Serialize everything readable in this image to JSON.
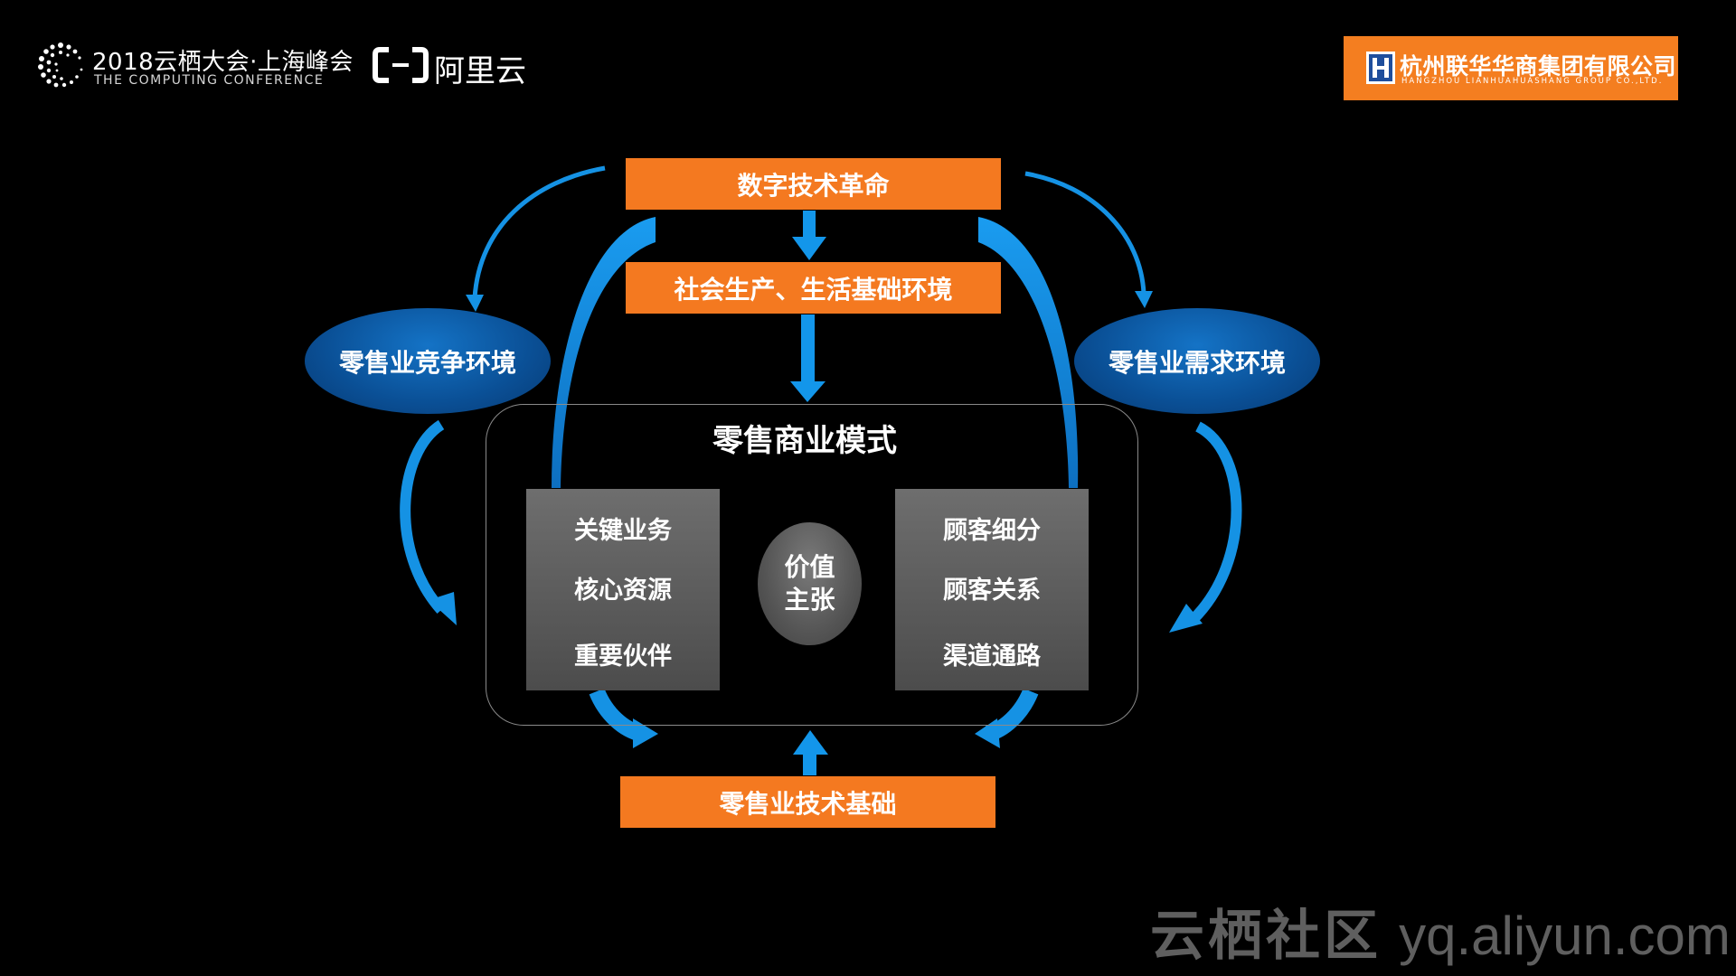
{
  "header": {
    "conference_title": "2018云栖大会·上海峰会",
    "conference_subtitle": "THE COMPUTING CONFERENCE",
    "aliyun_name": "阿里云",
    "company_name": "杭州联华华商集团有限公司",
    "company_name_en": "HANGZHOU LIANHUAHUASHANG GROUP CO.,LTD."
  },
  "diagram": {
    "top_box": "数字技术革命",
    "second_box": "社会生产、生活基础环境",
    "left_oval": "零售业竞争环境",
    "right_oval": "零售业需求环境",
    "model_title": "零售商业模式",
    "left_items": [
      "关键业务",
      "核心资源",
      "重要伙伴"
    ],
    "right_items": [
      "顾客细分",
      "顾客关系",
      "渠道通路"
    ],
    "center_line1": "价值",
    "center_line2": "主张",
    "bottom_box": "零售业技术基础"
  },
  "colors": {
    "background": "#000000",
    "orange": "#f47920",
    "blue_oval": "#0a4f95",
    "arrow_blue": "#1396ea",
    "gray_box": "#5c5c5c"
  },
  "watermark": {
    "cn": "云栖社区",
    "url": "yq.aliyun.com"
  }
}
